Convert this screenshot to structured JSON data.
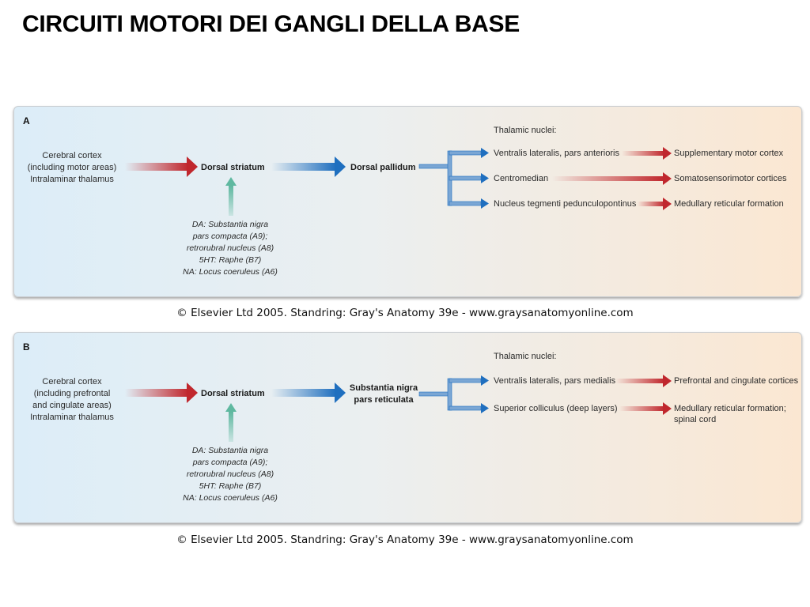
{
  "title": "CIRCUITI MOTORI DEI GANGLI DELLA BASE",
  "panels": [
    {
      "label": "A",
      "input_lines": [
        "Cerebral cortex",
        "(including motor areas)",
        "Intralaminar thalamus"
      ],
      "striatum": "Dorsal striatum",
      "output_lines": [
        "Dorsal pallidum"
      ],
      "thalamic_header": "Thalamic nuclei:",
      "targets": [
        {
          "nucleus": "Ventralis lateralis, pars anterioris",
          "cortex_lines": [
            "Supplementary motor cortex"
          ]
        },
        {
          "nucleus": "Centromedian",
          "cortex_lines": [
            "Somatosensorimotor cortices"
          ]
        },
        {
          "nucleus": "Nucleus tegmenti pedunculopontinus",
          "cortex_lines": [
            "Medullary reticular formation"
          ]
        }
      ],
      "modulators": [
        "DA: Substantia nigra",
        "pars compacta (A9);",
        "retrorubral nucleus (A8)",
        "5HT: Raphe (B7)",
        "NA: Locus coeruleus (A6)"
      ],
      "credit": "© Elsevier Ltd 2005. Standring: Gray's Anatomy 39e - www.graysanatomyonline.com"
    },
    {
      "label": "B",
      "input_lines": [
        "Cerebral cortex",
        "(including prefrontal",
        "and cingulate areas)",
        "Intralaminar thalamus"
      ],
      "striatum": "Dorsal striatum",
      "output_lines": [
        "Substantia nigra",
        "pars reticulata"
      ],
      "thalamic_header": "Thalamic nuclei:",
      "targets": [
        {
          "nucleus": "Ventralis lateralis, pars medialis",
          "cortex_lines": [
            "Prefrontal and cingulate cortices"
          ]
        },
        {
          "nucleus": "Superior colliculus (deep layers)",
          "cortex_lines": [
            "Medullary reticular formation;",
            "spinal cord"
          ]
        }
      ],
      "modulators": [
        "DA: Substantia nigra",
        "pars compacta (A9);",
        "retrorubral nucleus (A8)",
        "5HT: Raphe (B7)",
        "NA: Locus coeruleus (A6)"
      ],
      "credit": "© Elsevier Ltd 2005. Standring: Gray's Anatomy 39e - www.graysanatomyonline.com"
    }
  ],
  "colors": {
    "excitatory_arrow": "#c0272d",
    "inhibitory_arrow": "#1f6fbf",
    "modulatory_arrow": "#5fb8a0"
  }
}
